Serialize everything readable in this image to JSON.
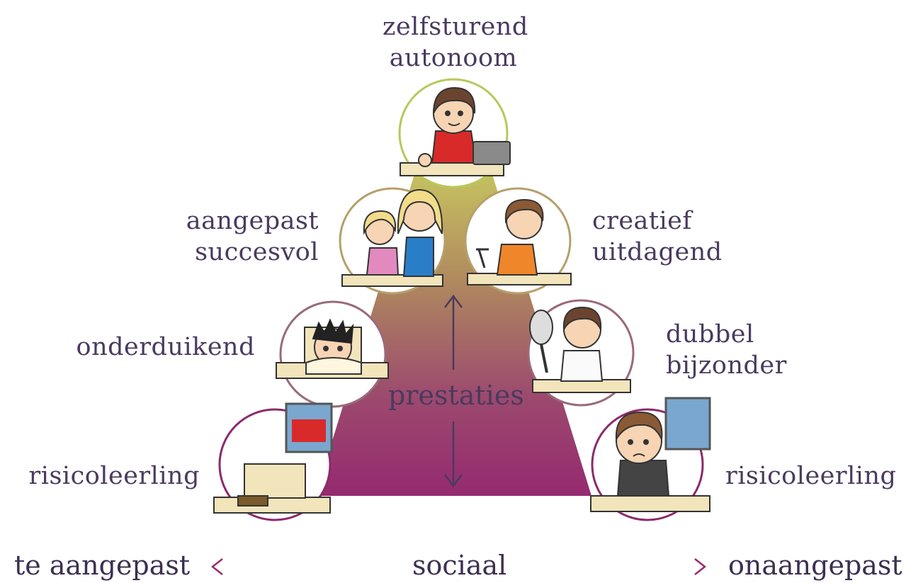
{
  "labels": {
    "top": [
      "zelfsturend",
      "autonoom"
    ],
    "left2": [
      "aangepast",
      "succesvol"
    ],
    "right2": [
      "creatief",
      "uitdagend"
    ],
    "left3": "onderduikend",
    "right3": [
      "dubbel",
      "bijzonder"
    ],
    "left4": "risicoleerling",
    "right4": "risicoleerling"
  },
  "axis": {
    "vertical_label": "prestaties",
    "horizontal_label": "sociaal",
    "left_end": "te aangepast",
    "right_end": "onaangepast"
  },
  "colors": {
    "triangle_top": "#c2c65e",
    "triangle_bottom": "#9b2a6e",
    "text": "#4a3a5e",
    "circle_green": "#b6c95a",
    "circle_tan": "#b5a06a",
    "circle_mauve": "#9a6a7a",
    "circle_purple": "#8c2a6c"
  },
  "characters": [
    {
      "id": "zelfsturend",
      "icon": "student-laptop-icon"
    },
    {
      "id": "aangepast-succesvol",
      "icon": "students-pair-icon"
    },
    {
      "id": "creatief-uitdagend",
      "icon": "student-slingshot-icon"
    },
    {
      "id": "onderduikend",
      "icon": "student-hiding-icon"
    },
    {
      "id": "dubbel-bijzonder",
      "icon": "student-magnifier-icon"
    },
    {
      "id": "risicoleerling-left",
      "icon": "empty-desk-icon"
    },
    {
      "id": "risicoleerling-right",
      "icon": "student-sad-icon"
    }
  ]
}
